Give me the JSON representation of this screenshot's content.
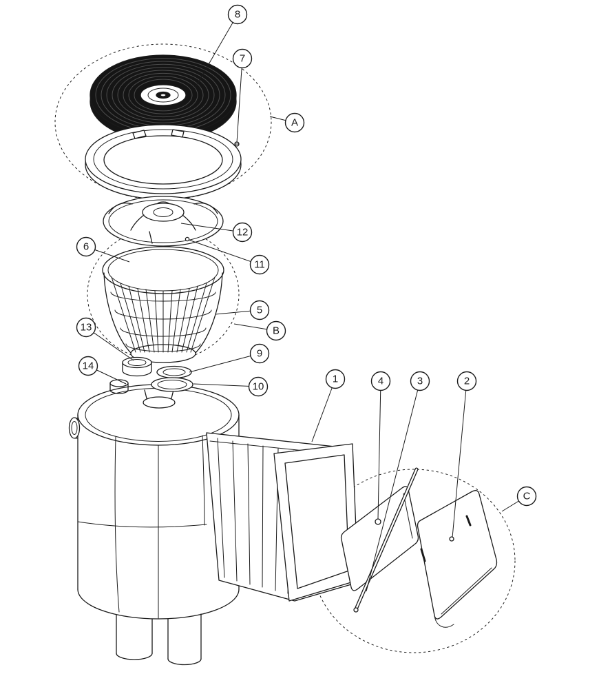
{
  "colors": {
    "ink": "#1a1a1a",
    "paper": "#ffffff",
    "lid": "#151515"
  },
  "callouts": {
    "n1": "1",
    "n2": "2",
    "n3": "3",
    "n4": "4",
    "n5": "5",
    "n6": "6",
    "n7": "7",
    "n8": "8",
    "n9": "9",
    "n10": "10",
    "n11": "11",
    "n12": "12",
    "n13": "13",
    "n14": "14",
    "a": "A",
    "b": "B",
    "c": "C"
  }
}
